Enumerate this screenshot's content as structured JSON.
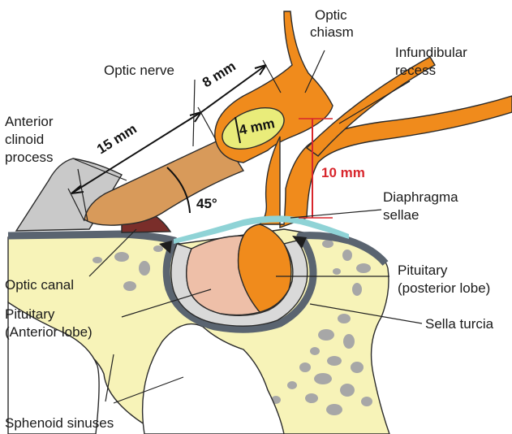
{
  "colors": {
    "bone": "#f7f3b8",
    "bone_holes": "#a7a7a7",
    "dura": "#5a6470",
    "nerve_tan": "#d89a5a",
    "orange": "#f08b1c",
    "anterior_lobe": "#eebfa8",
    "clinoid_grey": "#c9c9c9",
    "diaphragma": "#8fd3d6",
    "chiasm_section": "#e9ec7a",
    "canal_dark": "#7a2e2a",
    "measure_red": "#d8262c"
  },
  "labels": {
    "optic_chiasm_1": "Optic",
    "optic_chiasm_2": "chiasm",
    "infundibular_recess_1": "Infundibular",
    "infundibular_recess_2": "recess",
    "optic_nerve": "Optic nerve",
    "anterior_clinoid_1": "Anterior",
    "anterior_clinoid_2": "clinoid",
    "anterior_clinoid_3": "process",
    "diaphragma_1": "Diaphragma",
    "diaphragma_2": "sellae",
    "optic_canal": "Optic canal",
    "pituitary_posterior_1": "Pituitary",
    "pituitary_posterior_2": "(posterior lobe)",
    "pituitary_anterior_1": "Pituitary",
    "pituitary_anterior_2": "(Anterior lobe)",
    "sella_turcia": "Sella turcia",
    "sphenoid_sinuses": "Sphenoid sinuses"
  },
  "measurements": {
    "nerve_length": "15 mm",
    "chiasm_length": "8 mm",
    "chiasm_thickness": "4 mm",
    "height": "10 mm",
    "angle": "45°"
  }
}
